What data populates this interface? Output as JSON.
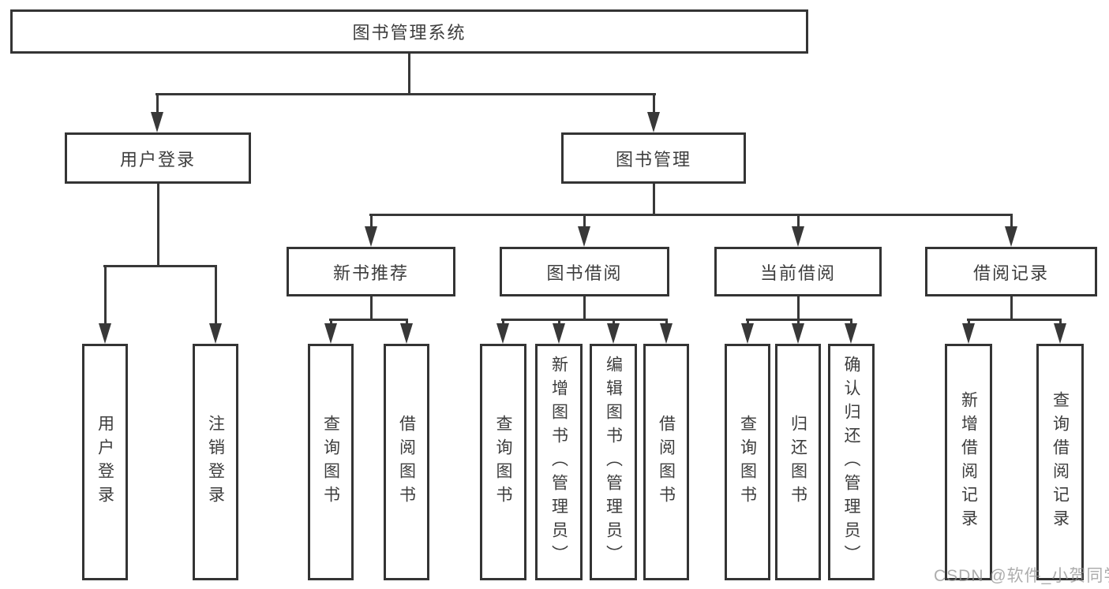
{
  "diagram": {
    "title": "图书管理系统",
    "root": {
      "label": "图书管理系统"
    },
    "level2": {
      "user_login": {
        "label": "用户登录"
      },
      "book_management": {
        "label": "图书管理"
      }
    },
    "level3": {
      "new_book_recommend": {
        "label": "新书推荐"
      },
      "book_borrow": {
        "label": "图书借阅"
      },
      "current_borrow": {
        "label": "当前借阅"
      },
      "borrow_records": {
        "label": "借阅记录"
      }
    },
    "leaves": {
      "user": [
        "用户登录",
        "注销登录"
      ],
      "recommend": [
        "查询图书",
        "借阅图书"
      ],
      "borrow": [
        "查询图书",
        "新增图书（管理员）",
        "编辑图书（管理员）",
        "借阅图书"
      ],
      "current": [
        "查询图书",
        "归还图书",
        "确认归还（管理员）"
      ],
      "records": [
        "新增借阅记录",
        "查询借阅记录"
      ]
    },
    "colors": {
      "line": "#383838",
      "border": "#343434",
      "text": "#3d3d3d",
      "background": "#ffffff",
      "watermark": "#919191"
    }
  },
  "watermark": {
    "text": "CSDN @软件_小贺同学"
  }
}
